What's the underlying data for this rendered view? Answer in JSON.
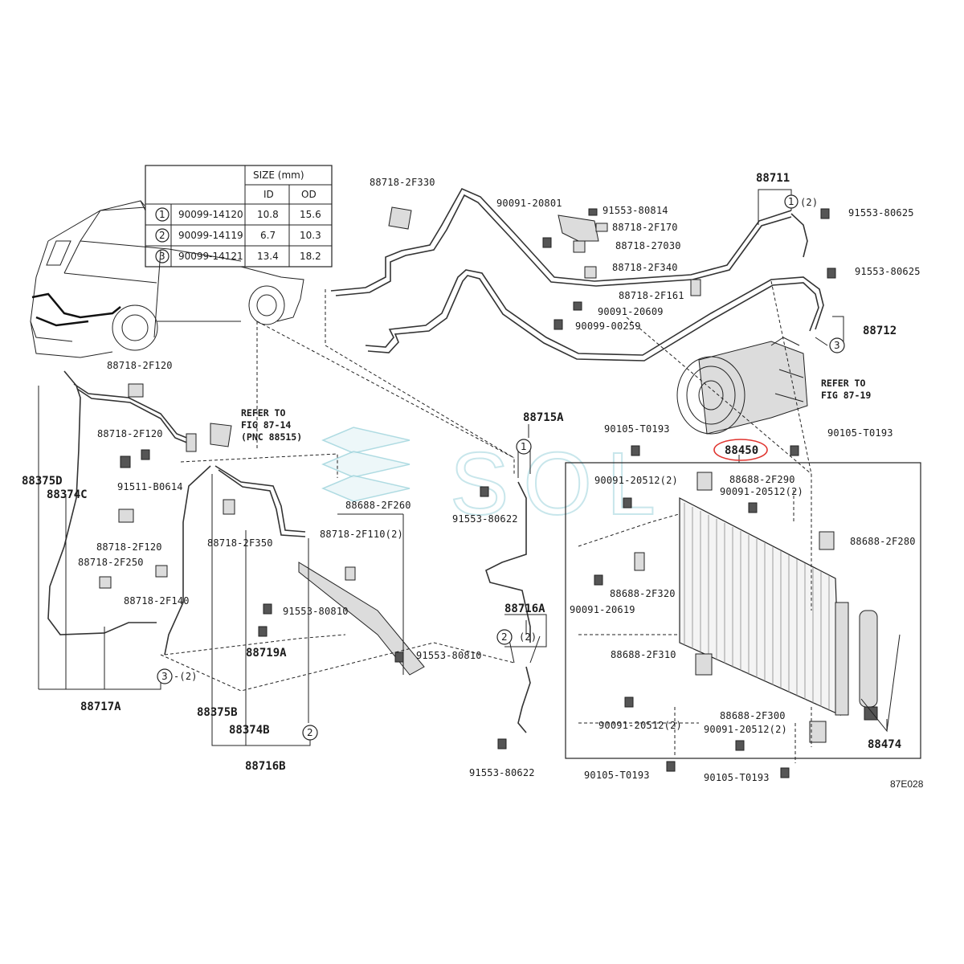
{
  "diagram": {
    "figure_code": "87E028",
    "watermark": "SOL",
    "size_table": {
      "title": "SIZE (mm)",
      "col_id": "ID",
      "col_od": "OD",
      "rows": [
        {
          "num": "1",
          "part": "90099-14120",
          "id": "10.8",
          "od": "15.6"
        },
        {
          "num": "2",
          "part": "90099-14119",
          "id": "6.7",
          "od": "10.3"
        },
        {
          "num": "3",
          "part": "90099-14121",
          "id": "13.4",
          "od": "18.2"
        }
      ]
    },
    "refer_87_19": {
      "line1": "REFER TO",
      "line2": "FIG 87-19"
    },
    "refer_87_14": {
      "line1": "REFER TO",
      "line2": "FIG 87-14",
      "line3": "(PNC 88515)"
    },
    "labels": {
      "l_88718_2F330": "88718-2F330",
      "l_90091_20801": "90091-20801",
      "l_91553_80814": "91553-80814",
      "l_88718_2F170": "88718-2F170",
      "l_88718_27030": "88718-27030",
      "l_88718_2F340": "88718-2F340",
      "l_88718_2F161": "88718-2F161",
      "l_90091_20609": "90091-20609",
      "l_90099_00259": "90099-00259",
      "l_88711": "88711",
      "l_c1_2_top": "(2)",
      "l_91553_80625_a": "91553-80625",
      "l_91553_80625_b": "91553-80625",
      "l_88712": "88712",
      "l_88718_2F120_a": "88718-2F120",
      "l_88718_2F120_b": "88718-2F120",
      "l_88718_2F120_c": "88718-2F120",
      "l_91511_B0614": "91511-B0614",
      "l_88375D": "88375D",
      "l_88374C": "88374C",
      "l_88718_2F250": "88718-2F250",
      "l_88718_2F140": "88718-2F140",
      "l_88717A": "88717A",
      "l_c3_2": "-(2)",
      "l_88718_2F350": "88718-2F350",
      "l_88688_2F260": "88688-2F260",
      "l_88718_2F110": "88718-2F110(2)",
      "l_91553_80810_a": "91553-80810",
      "l_88719A": "88719A",
      "l_91553_80810_b": "91553-80810",
      "l_88375B": "88375B",
      "l_88374B": "88374B",
      "l_88716B": "88716B",
      "l_88715A": "88715A",
      "l_91553_80622_a": "91553-80622",
      "l_88716A": "88716A",
      "l_c2_2": "(2)",
      "l_91553_80622_b": "91553-80622",
      "l_90105_T0193_a": "90105-T0193",
      "l_90105_T0193_b": "90105-T0193",
      "l_88450": "88450",
      "l_90091_20512_a": "90091-20512(2)",
      "l_88688_2F290": "88688-2F290",
      "l_90091_20512_b": "90091-20512(2)",
      "l_88688_2F280": "88688-2F280",
      "l_88688_2F320": "88688-2F320",
      "l_90091_20619": "90091-20619",
      "l_88688_2F310": "88688-2F310",
      "l_90091_20512_c": "90091-20512(2)",
      "l_88688_2F300": "88688-2F300",
      "l_90091_20512_d": "90091-20512(2)",
      "l_88474": "88474",
      "l_90105_T0193_c": "90105-T0193",
      "l_90105_T0193_d": "90105-T0193"
    },
    "callout_nums": {
      "one": "1",
      "two": "2",
      "three": "3"
    },
    "colors": {
      "line": "#222222",
      "highlight": "#e0342f",
      "watermark": "#9cd3dc"
    }
  }
}
